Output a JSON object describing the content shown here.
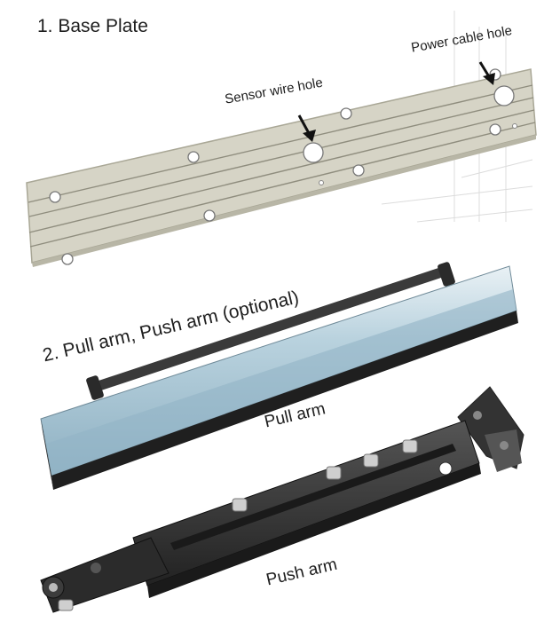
{
  "section_1": {
    "title": "1. Base Plate"
  },
  "base_plate": {
    "sensor_wire_hole_label": "Sensor wire hole",
    "power_cable_hole_label": "Power cable hole"
  },
  "section_2": {
    "title": "2. Pull arm, Push arm (optional)",
    "pull_arm_label": "Pull arm",
    "push_arm_label": "Push arm"
  },
  "colors": {
    "plate": "#d6d4c6",
    "plate_edge": "#a9a796",
    "pull_arm_face": "#a9c6d6",
    "arm_dark": "#2e2e2e"
  }
}
